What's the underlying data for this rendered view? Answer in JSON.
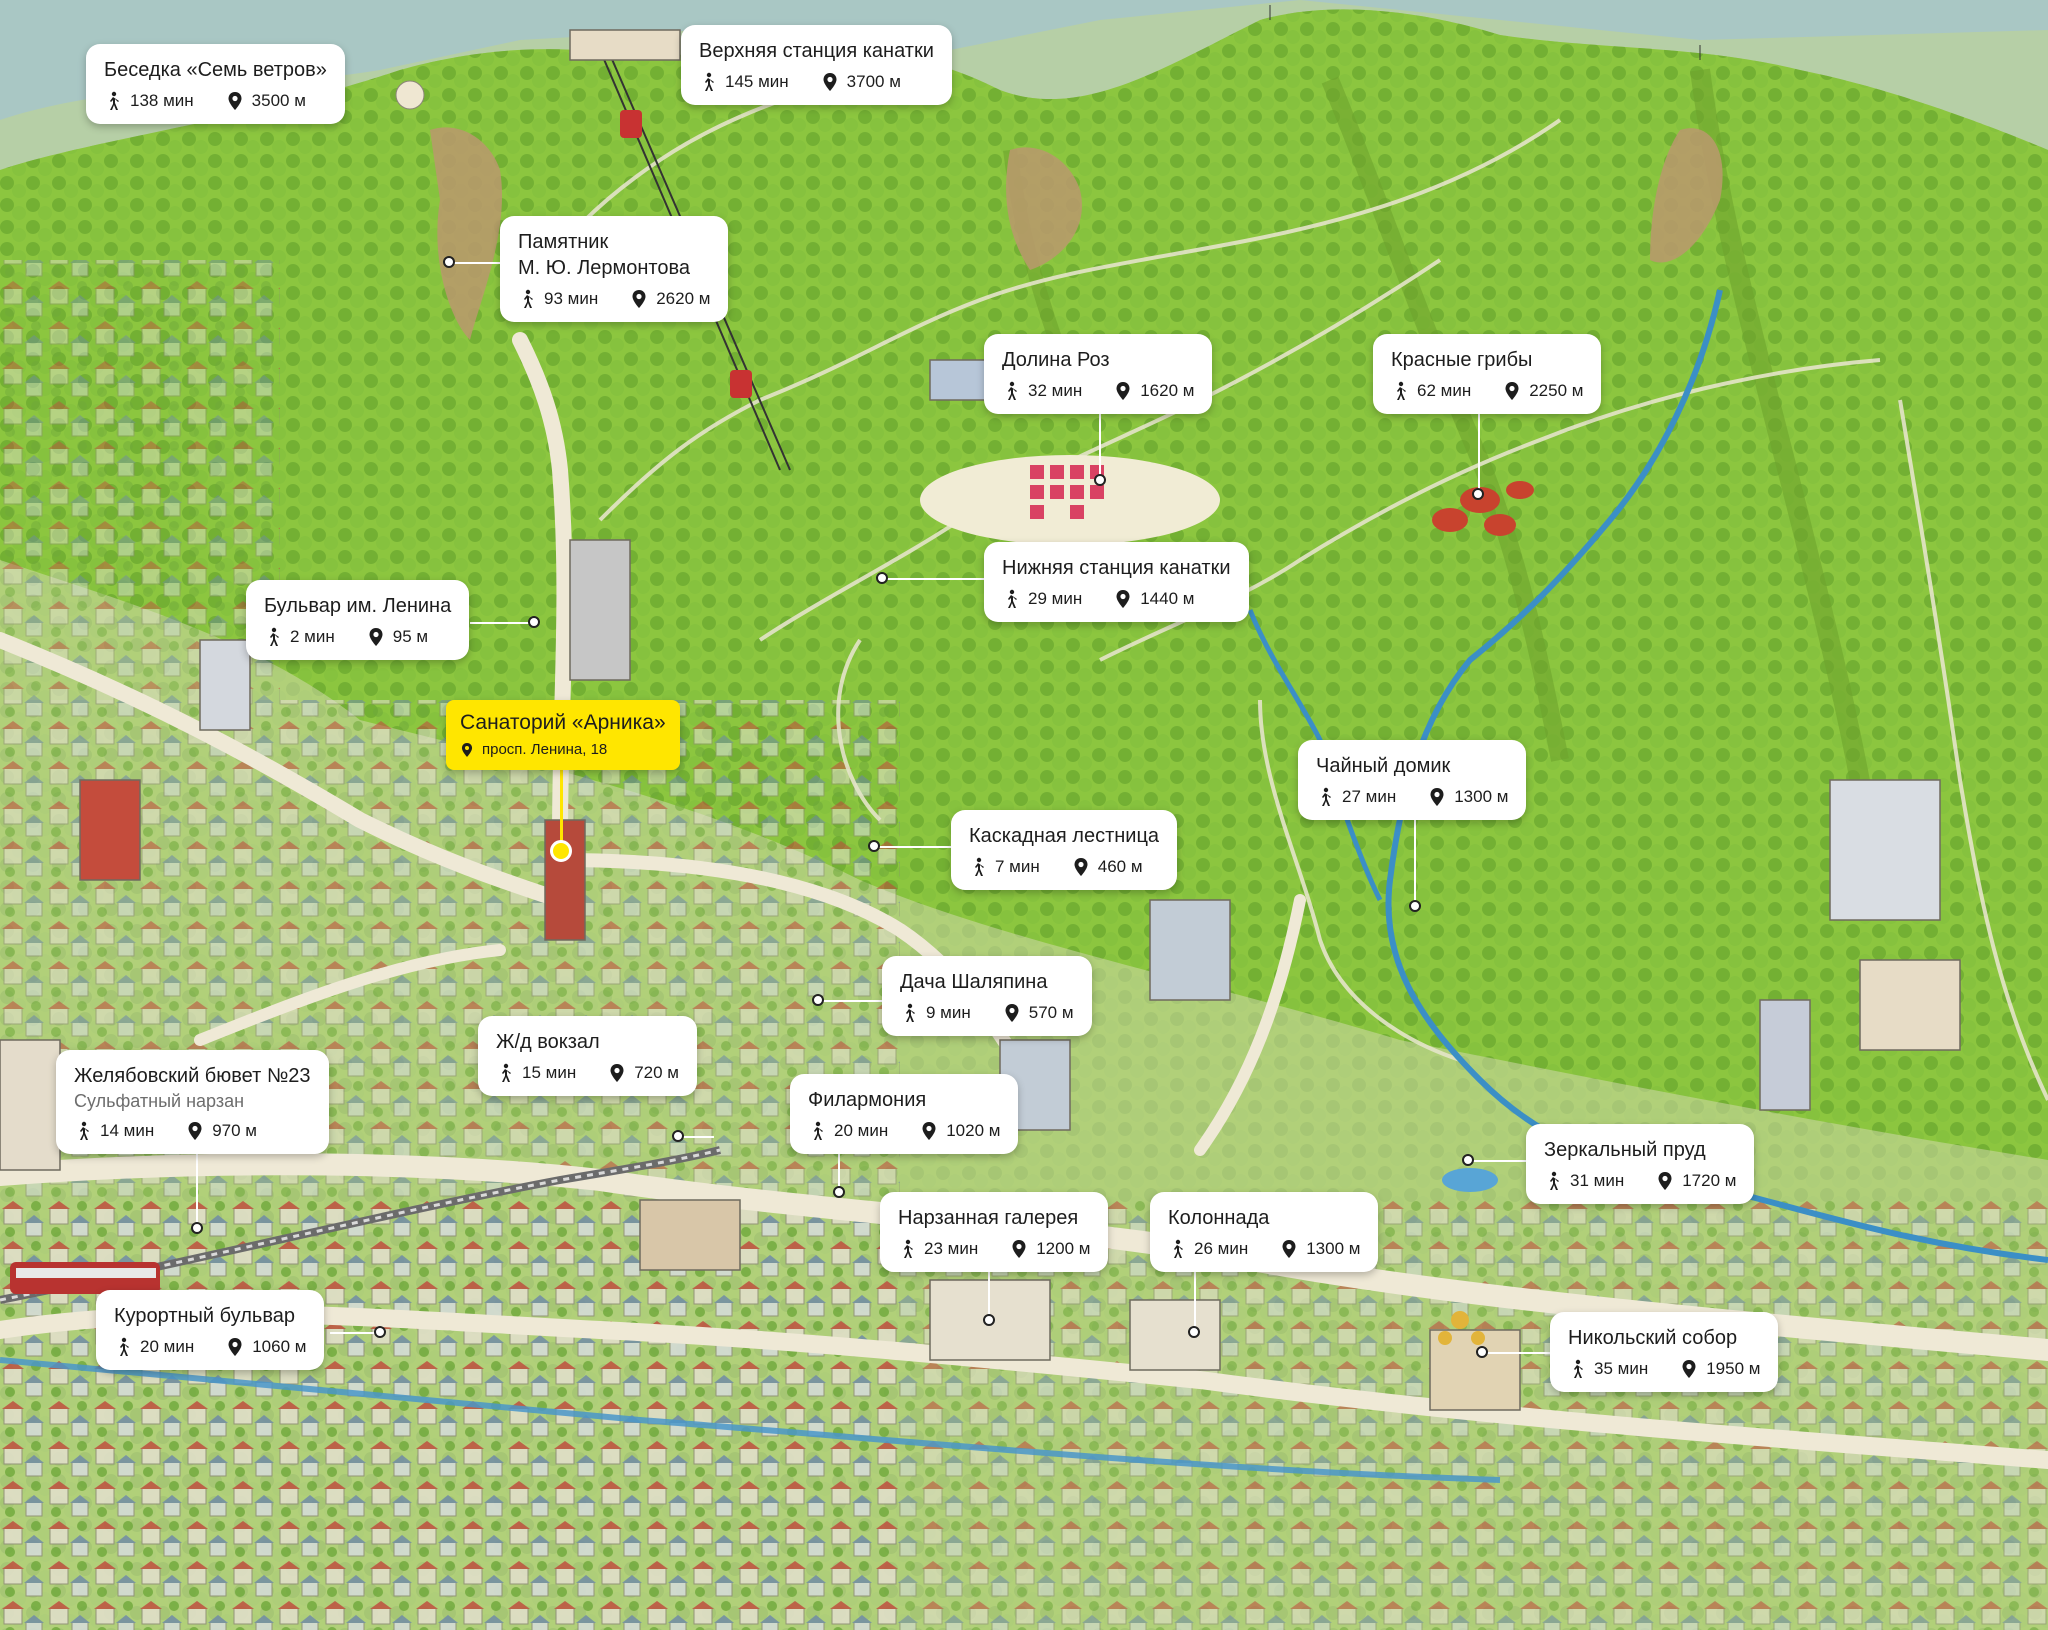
{
  "map": {
    "colors": {
      "sky": "#a9c7c4",
      "mountain": "#8cc63f",
      "forest": "#6fae2f",
      "road": "#e9e3cf",
      "river": "#3b8fc6",
      "highlight": "#ffe600",
      "callout": "#ffffff"
    },
    "icons": {
      "walk": "walking-person-icon",
      "distance": "map-pin-icon"
    },
    "pois": [
      {
        "id": "besedka",
        "title": "Беседка «Семь ветров»",
        "time": "138 мин",
        "dist": "3500 м"
      },
      {
        "id": "upper-cable",
        "title": "Верхняя станция канатки",
        "time": "145 мин",
        "dist": "3700 м"
      },
      {
        "id": "lermontov",
        "title": "Памятник",
        "title2": "М. Ю. Лермонтова",
        "time": "93 мин",
        "dist": "2620 м"
      },
      {
        "id": "roses",
        "title": "Долина Роз",
        "time": "32 мин",
        "dist": "1620 м"
      },
      {
        "id": "red-mushrooms",
        "title": "Красные грибы",
        "time": "62 мин",
        "dist": "2250 м"
      },
      {
        "id": "lower-cable",
        "title": "Нижняя станция канатки",
        "time": "29 мин",
        "dist": "1440 м"
      },
      {
        "id": "lenin-blvd",
        "title": "Бульвар им. Ленина",
        "time": "2 мин",
        "dist": "95 м"
      },
      {
        "id": "arnika",
        "title": "Санаторий «Арника»",
        "address": "просп. Ленина, 18"
      },
      {
        "id": "tea-house",
        "title": "Чайный домик",
        "time": "27 мин",
        "dist": "1300 м"
      },
      {
        "id": "cascade",
        "title": "Каскадная лестница",
        "time": "7 мин",
        "dist": "460 м"
      },
      {
        "id": "chaliapin",
        "title": "Дача Шаляпина",
        "time": "9 мин",
        "dist": "570 м"
      },
      {
        "id": "station",
        "title": "Ж/д вокзал",
        "time": "15 мин",
        "dist": "720 м"
      },
      {
        "id": "philharmonic",
        "title": "Филармония",
        "time": "20 мин",
        "dist": "1020 м"
      },
      {
        "id": "zhelyabov",
        "title": "Желябовский бювет №23",
        "subtitle": "Сульфатный нарзан",
        "time": "14 мин",
        "dist": "970 м"
      },
      {
        "id": "mirror-pond",
        "title": "Зеркальный пруд",
        "time": "31 мин",
        "dist": "1720 м"
      },
      {
        "id": "narzan-gallery",
        "title": "Нарзанная галерея",
        "time": "23 мин",
        "dist": "1200 м"
      },
      {
        "id": "colonnade",
        "title": "Колоннада",
        "time": "26 мин",
        "dist": "1300 м"
      },
      {
        "id": "kurort-blvd",
        "title": "Курортный бульвар",
        "time": "20 мин",
        "dist": "1060 м"
      },
      {
        "id": "nikolsky",
        "title": "Никольский собор",
        "time": "35 мин",
        "dist": "1950 м"
      }
    ]
  }
}
